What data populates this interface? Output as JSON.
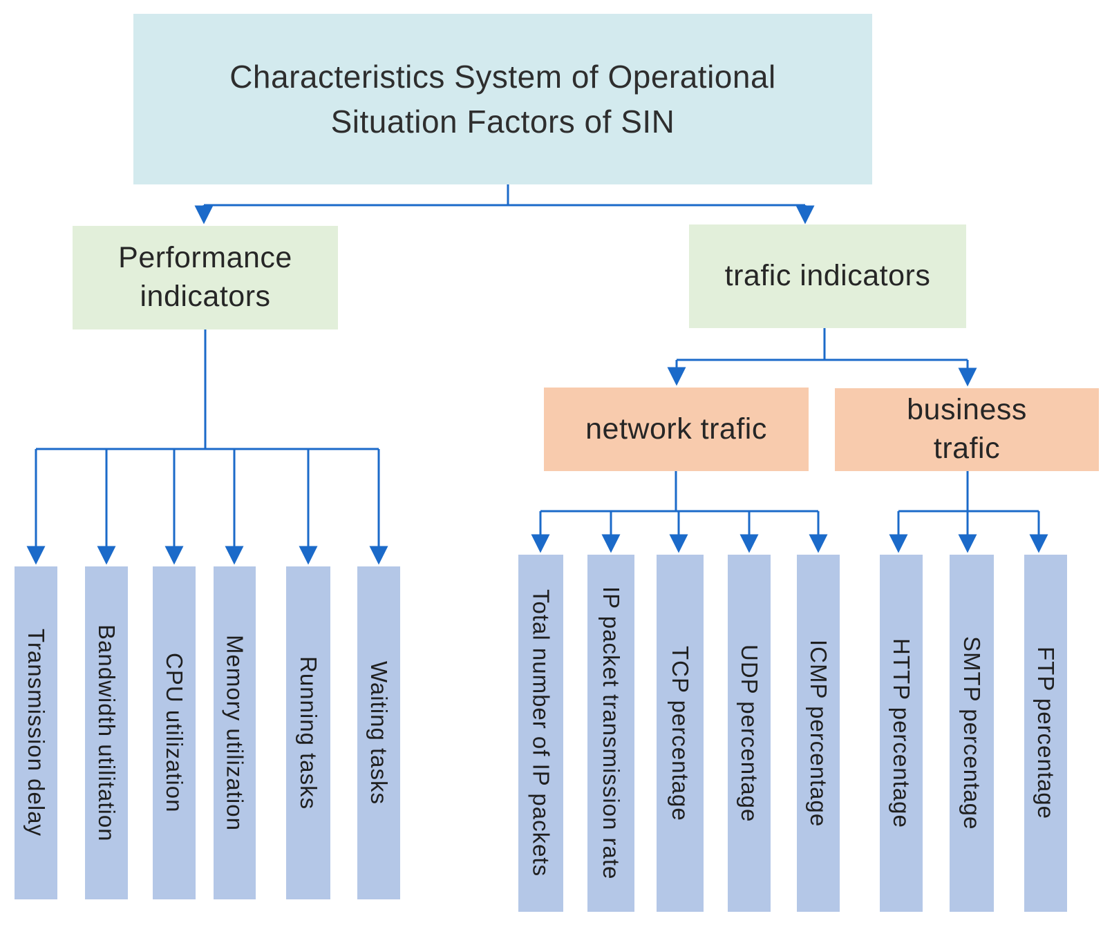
{
  "diagram": {
    "root": {
      "label": "Characteristics System of Operational Situation Factors of SIN"
    },
    "performance": {
      "label": "Performance indicators",
      "leaves": [
        "Transmission delay",
        "Bandwidth utilitation",
        "CPU utilization",
        "Memory utilization",
        "Running tasks",
        "Waiting tasks"
      ]
    },
    "traffic": {
      "label": "trafic indicators"
    },
    "network": {
      "label": "network trafic",
      "leaves": [
        "Total number of IP packets",
        "IP packet transmission rate",
        "TCP percentage",
        "UDP percentage",
        "ICMP percentage"
      ]
    },
    "business": {
      "label": "business trafic",
      "leaves": [
        "HTTP percentage",
        "SMTP percentage",
        "FTP percentage"
      ]
    },
    "colors": {
      "root_bg": "#d3eaee",
      "indicator_bg": "#e2efda",
      "traffic_type_bg": "#f8cbad",
      "leaf_bg": "#b4c7e7",
      "connector": "#1b6ac9",
      "text": "#262626"
    }
  }
}
